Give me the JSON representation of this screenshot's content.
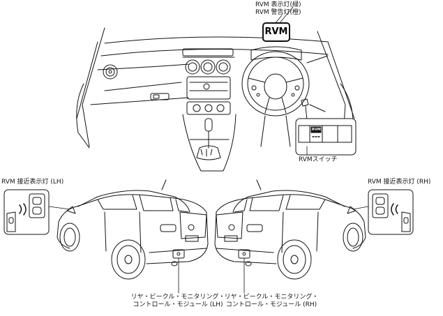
{
  "labels": {
    "indicator_green": "RVM 表示灯(緑)",
    "indicator_orange": "RVM 警告灯(橙)",
    "rvm_badge": "RVM",
    "rvm_switch": "RVMスイッチ",
    "switch_key_text": "RVM",
    "approach_lh": "RVM 接近表示灯 (LH)",
    "approach_rh": "RVM 接近表示灯 (RH)",
    "module_lh_line1": "リヤ・ビークル・モニタリング・",
    "module_lh_line2": "コントロール・モジュール (LH)",
    "module_rh_line1": "リヤ・ビークル・モニタリング・",
    "module_rh_line2": "コントロール・モジュール (RH)"
  },
  "colors": {
    "line": "#111111",
    "background": "#ffffff"
  }
}
